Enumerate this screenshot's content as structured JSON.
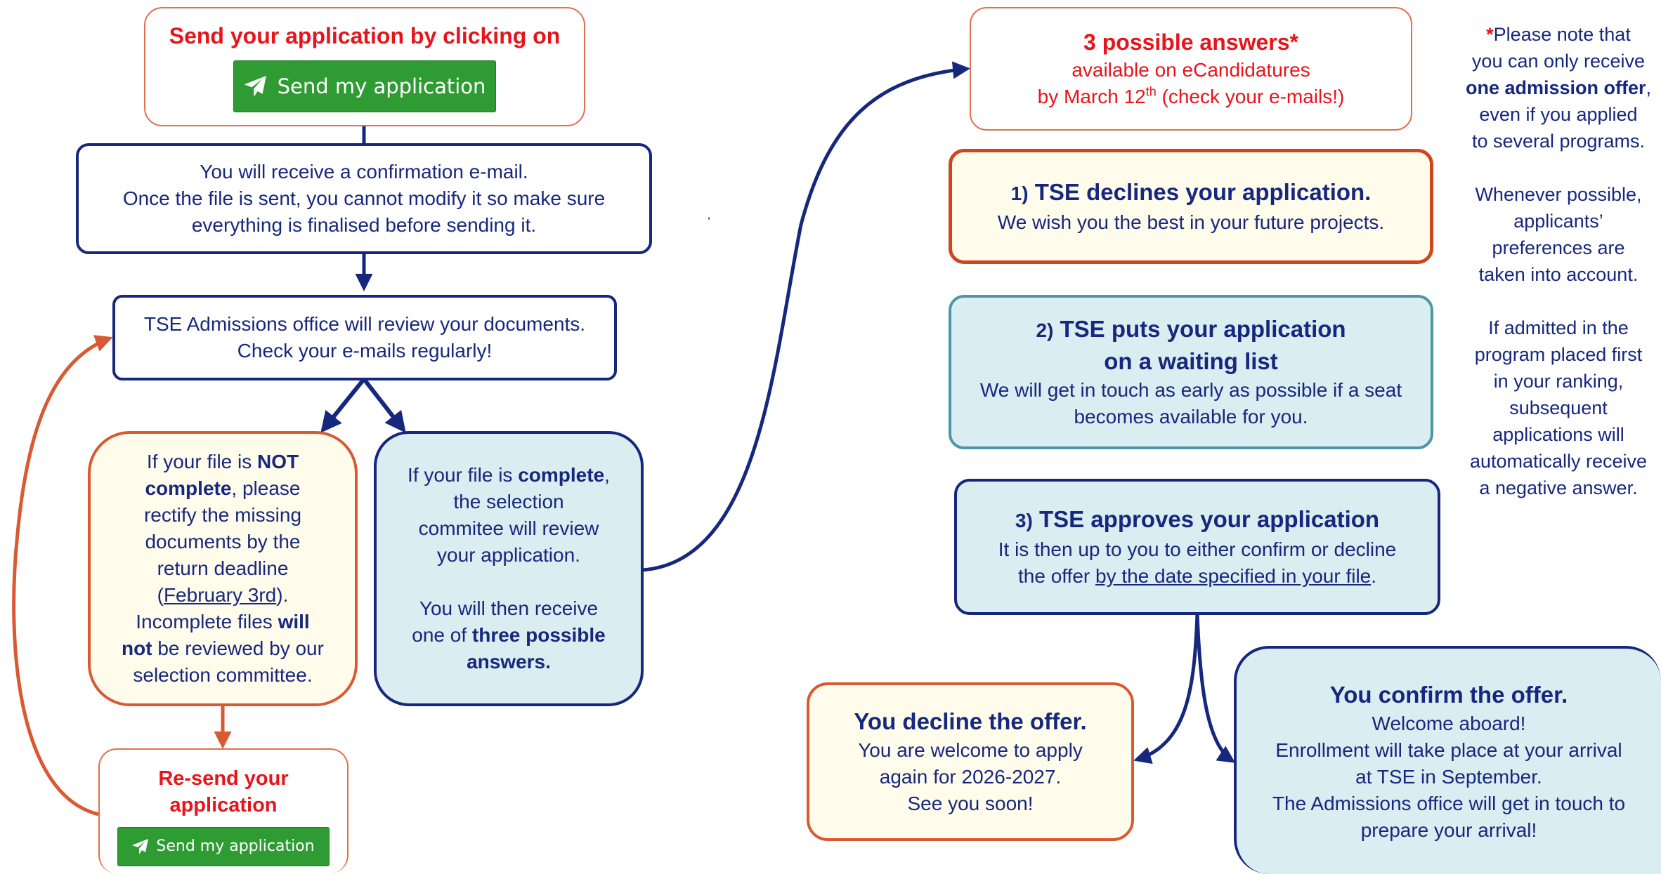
{
  "send_box": {
    "title": "Send your application by clicking on",
    "button_label": "Send my application"
  },
  "confirm_box": {
    "line1": "You will receive a confirmation e-mail.",
    "line2": "Once the file is sent, you cannot modify it so make sure",
    "line3": "everything is finalised before sending it."
  },
  "review_box": {
    "line1": "TSE Admissions office will review your documents.",
    "line2": "Check your e-mails regularly!"
  },
  "incomplete_box": {
    "line1_pre": "If your file is ",
    "line1_bold": "NOT",
    "line2_bold": "complete",
    "line2_post": ", please",
    "line3": "rectify the missing",
    "line4": "documents by the",
    "line5": "return deadline",
    "line6_pre": "(",
    "line6_date": "February 3rd",
    "line6_post": ").",
    "line7_pre": "Incomplete files ",
    "line7_bold": "will",
    "line8_bold": "not",
    "line8_post": " be reviewed by our",
    "line9": "selection committee."
  },
  "complete_box": {
    "line1_pre": "If your file is ",
    "line1_bold": "complete",
    "line1_post": ",",
    "line2": "the selection",
    "line3": "commitee will review",
    "line4": "your application.",
    "line5": "You will then receive",
    "line6_pre": "one of ",
    "line6_bold": "three possible",
    "line7_bold": "answers."
  },
  "resend_box": {
    "title_line1": "Re-send your",
    "title_line2": "application",
    "button_label": "Send my application"
  },
  "answers_box": {
    "title": "3 possible answers*",
    "line2": "available on eCandidatures",
    "line3_pre": "by March 12",
    "line3_sup": "th",
    "line3_post": " (check your e-mails!)"
  },
  "declines_box": {
    "title_num": "1)",
    "title": " TSE declines your application.",
    "line2": "We wish you the best in your future projects."
  },
  "waitlist_box": {
    "title_num": "2)",
    "title_line1": " TSE puts your application",
    "title_line2": "on a waiting list",
    "line3": "We will get in touch as early as possible if a seat",
    "line4": "becomes available for you."
  },
  "approves_box": {
    "title_num": "3)",
    "title": " TSE approves your application",
    "line2": "It is then up to you to either confirm or decline",
    "line3_pre": "the offer ",
    "line3_link": "by the date specified in your file",
    "line3_post": "."
  },
  "decline_offer_box": {
    "title": "You decline the offer.",
    "line2": "You are welcome to apply",
    "line3": "again for 2026-2027.",
    "line4": "See you soon!"
  },
  "confirm_offer_box": {
    "title": "You confirm the offer.",
    "line2": "Welcome aboard!",
    "line3": "Enrollment will take place at your arrival",
    "line4": "at TSE in September.",
    "line5": "The Admissions office will get in touch to",
    "line6": "prepare your arrival!"
  },
  "side_note": {
    "p1_star": "*",
    "p1_l1": "Please note that",
    "p1_l2": "you can only receive",
    "p1_bold": "one admission offer",
    "p1_comma": ",",
    "p1_l4": "even if you applied",
    "p1_l5": "to several programs.",
    "p2_l1": "Whenever possible,",
    "p2_l2": "applicants’",
    "p2_l3": "preferences are",
    "p2_l4": "taken into account.",
    "p3_l1": "If admitted in the",
    "p3_l2": "program placed first",
    "p3_l3": "in your ranking,",
    "p3_l4": "subsequent",
    "p3_l5": "applications will",
    "p3_l6": "automatically receive",
    "p3_l7": "a negative answer."
  },
  "icons": [
    "paper-plane-icon"
  ],
  "colors": {
    "navy": "#16277e",
    "red": "#e8141b",
    "orange": "#d95a32",
    "teal": "#4c97a4",
    "cream": "#fffcec",
    "light_blue": "#daedf0",
    "button_green": "#2e9b33"
  }
}
